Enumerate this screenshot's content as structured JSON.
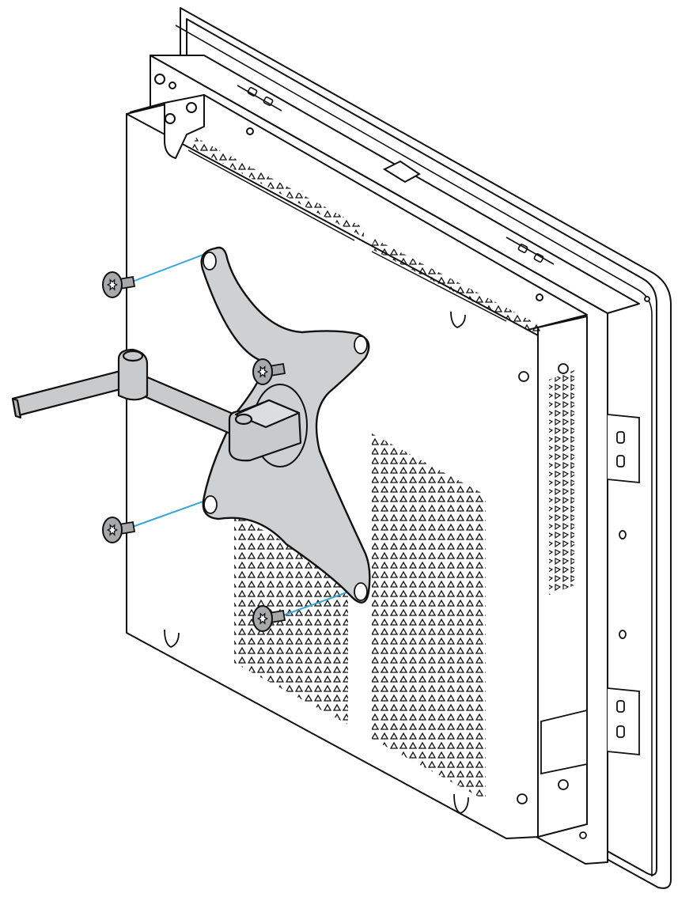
{
  "diagram": {
    "subject": "panel-pc-rear-vesa-mount-assembly",
    "colors": {
      "line": "#111111",
      "plate_fill": "#cfd0d2",
      "arm_fill": "#c9cacc",
      "screw_fill": "#a7a8aa",
      "guide_line": "#35a7da",
      "background": "#ffffff"
    },
    "parts": [
      {
        "name": "display-housing",
        "count": 1
      },
      {
        "name": "vesa-adapter-plate",
        "count": 1
      },
      {
        "name": "mounting-arm",
        "count": 1
      },
      {
        "name": "mounting-screw",
        "count": 4
      }
    ]
  }
}
